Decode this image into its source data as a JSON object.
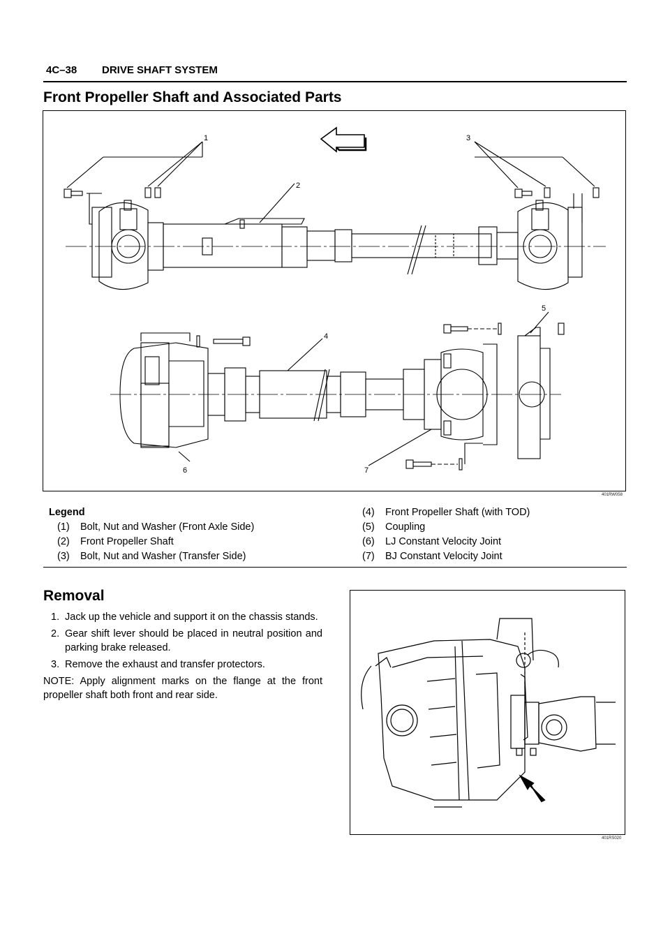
{
  "header": {
    "page_number": "4C–38",
    "section": "DRIVE SHAFT SYSTEM"
  },
  "section_title": "Front Propeller Shaft and Associated Parts",
  "figure1": {
    "code": "401RW058",
    "callouts": [
      "1",
      "2",
      "3",
      "4",
      "5",
      "6",
      "7"
    ]
  },
  "legend": {
    "heading": "Legend",
    "left": [
      {
        "num": "(1)",
        "text": "Bolt, Nut and Washer (Front Axle Side)"
      },
      {
        "num": "(2)",
        "text": "Front Propeller Shaft"
      },
      {
        "num": "(3)",
        "text": "Bolt, Nut and Washer (Transfer Side)"
      }
    ],
    "right": [
      {
        "num": "(4)",
        "text": "Front Propeller Shaft (with TOD)"
      },
      {
        "num": "(5)",
        "text": "Coupling"
      },
      {
        "num": "(6)",
        "text": "LJ Constant Velocity Joint"
      },
      {
        "num": "(7)",
        "text": "BJ Constant Velocity Joint"
      }
    ]
  },
  "removal": {
    "title": "Removal",
    "steps": [
      {
        "num": "1.",
        "text": "Jack up the vehicle and support it on the chassis stands."
      },
      {
        "num": "2.",
        "text": "Gear shift lever should be placed in neutral position and parking brake released."
      },
      {
        "num": "3.",
        "text": "Remove the exhaust and transfer protectors."
      }
    ],
    "note": "NOTE: Apply alignment marks on the flange at the front propeller shaft both front and rear side."
  },
  "figure2": {
    "code": "401RS020"
  }
}
